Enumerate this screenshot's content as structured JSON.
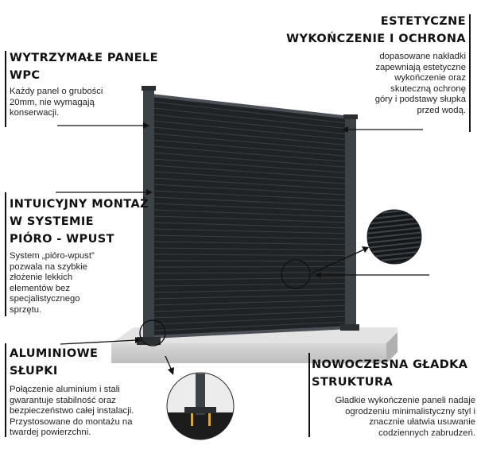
{
  "features": {
    "panels": {
      "title": [
        "WYTRZYMAŁE PANELE",
        "WPC"
      ],
      "desc": [
        "Każdy panel o grubości",
        "20mm, nie wymagają",
        "konserwacji."
      ]
    },
    "finish": {
      "title": [
        "ESTETYCZNE",
        "WYKOŃCZENIE I OCHRONA"
      ],
      "desc": [
        "dopasowane nakładki",
        "zapewniają estetyczne",
        "wykończenie oraz",
        "skuteczną ochronę",
        "góry i podstawy słupka",
        "przed wodą."
      ]
    },
    "mounting": {
      "title": [
        "INTUICYJNY MONTAŻ",
        "W SYSTEMIE",
        "PIÓRO - WPUST"
      ],
      "desc": [
        "System „pióro-wpust”",
        "pozwala na szybkie",
        "złożenie lekkich",
        "elementów bez",
        "specjalistycznego",
        "sprzętu."
      ]
    },
    "posts": {
      "title": [
        "ALUMINIOWE",
        "SŁUPKI"
      ],
      "desc": [
        "Połączenie aluminium i stali",
        "gwarantuje stabilność oraz",
        "bezpieczeństwo całej instalacji.",
        "Przystosowane do montażu na",
        "twardej powierzchni."
      ]
    },
    "structure": {
      "title": [
        "NOWOCZESNA GŁADKA",
        "STRUKTURA"
      ],
      "desc": [
        "Gładkie wykończenie paneli nadaje",
        "ogrodzeniu minimalistyczny styl i",
        "znacznie ułatwia usuwanie",
        "codziennych zabrudzeń."
      ]
    }
  }
}
